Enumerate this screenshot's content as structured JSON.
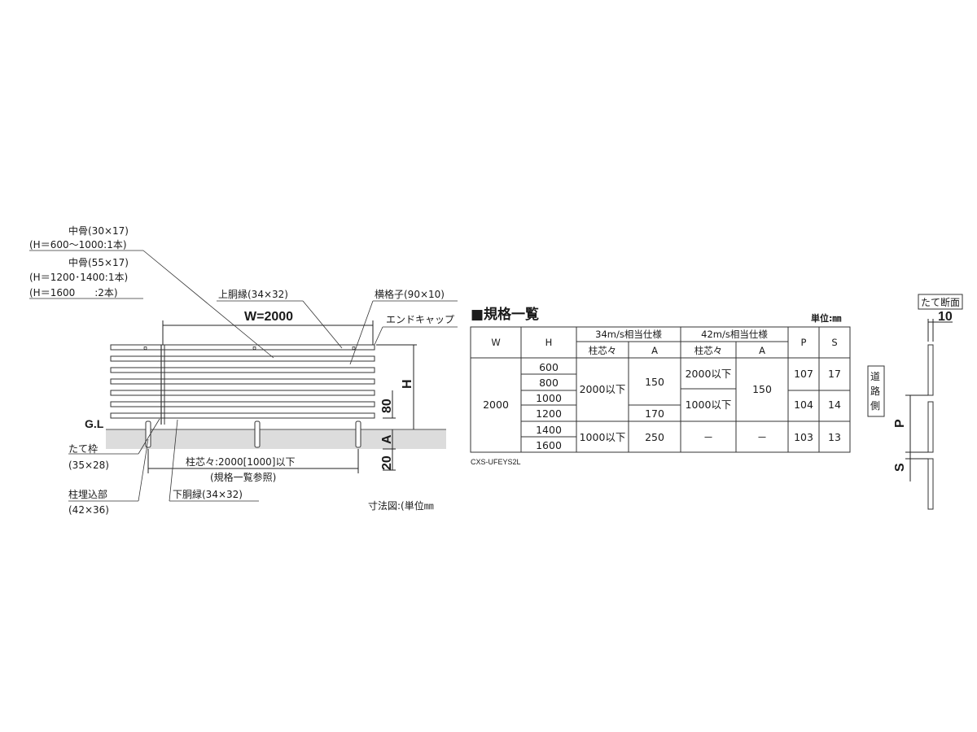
{
  "callouts": {
    "mid1_a": "中骨(30×17)",
    "mid1_b": "(H＝600～1000:1本)",
    "mid2_a": "中骨(55×17)",
    "mid2_b": "(H＝1200･1400:1本)",
    "mid2_c": "(H＝1600　　:2本)",
    "top_rail": "上胴縁(34×32)",
    "horiz_slat": "横格子(90×10)",
    "end_cap": "エンドキャップ",
    "width": "W=2000",
    "gl": "G.L",
    "post": "たて枠",
    "post_size": "(35×28)",
    "embed": "柱埋込部",
    "embed_size": "(42×36)",
    "pitch_a": "柱芯々:2000[1000]以下",
    "pitch_b": "(規格一覧参照)",
    "bottom_rail": "下胴緑(34×32)",
    "unit_note": "寸法図:(単位㎜",
    "dim_h": "H",
    "dim_80": "80",
    "dim_a": "A",
    "dim_20": "20"
  },
  "spec_table": {
    "title": "■規格一覧",
    "unit": "単位:㎜",
    "head_w": "W",
    "head_h": "H",
    "head_34": "34m/s相当仕様",
    "head_42": "42m/s相当仕様",
    "head_pitch34": "柱芯々",
    "head_a34": "A",
    "head_pitch42": "柱芯々",
    "head_a42": "A",
    "head_p": "P",
    "head_s": "S",
    "w_value": "2000",
    "h_values": [
      "600",
      "800",
      "1000",
      "1200",
      "1400",
      "1600"
    ],
    "pitch34_a": "2000以下",
    "pitch34_b": "1000以下",
    "a34_a": "150",
    "a34_b": "170",
    "a34_c": "250",
    "pitch42_a": "2000以下",
    "pitch42_b": "1000以下",
    "pitch42_c": "－",
    "a42_a": "150",
    "a42_c": "－",
    "p_a": "107",
    "p_b": "104",
    "p_c": "103",
    "s_a": "17",
    "s_b": "14",
    "s_c": "13",
    "code": "CXS-UFEYS2L"
  },
  "section": {
    "title": "たて断面",
    "dim_10": "10",
    "road_side": [
      "道",
      "路",
      "側"
    ],
    "dim_p": "P",
    "dim_s": "S"
  }
}
